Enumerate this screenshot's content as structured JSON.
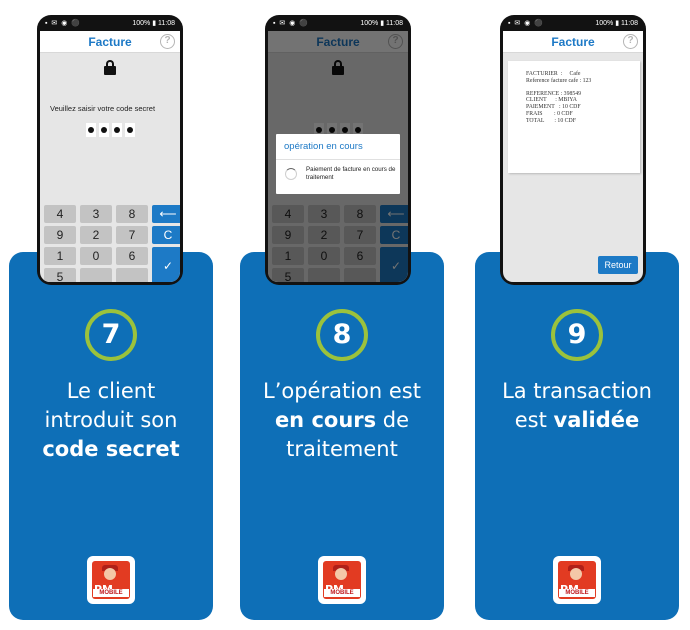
{
  "status_bar": {
    "time": "11:08",
    "battery": "100%",
    "left_icons": "▪ ✉ ◉ ⚫"
  },
  "app": {
    "title": "Facture",
    "help_symbol": "?"
  },
  "steps": [
    {
      "number": "7",
      "caption_pre": "Le client introduit son ",
      "caption_bold": "code secret",
      "caption_post": ""
    },
    {
      "number": "8",
      "caption_pre": "L’opération est ",
      "caption_bold": "en cours",
      "caption_post": " de traitement"
    },
    {
      "number": "9",
      "caption_pre": "La transaction est ",
      "caption_bold": "validée",
      "caption_post": ""
    }
  ],
  "screen1": {
    "prompt": "Veuillez saisir votre code secret"
  },
  "screen2": {
    "dialog_title": "opération en cours",
    "dialog_text": "Paiement de facture en cours de traitement"
  },
  "keypad": {
    "rows": [
      [
        "4",
        "3",
        "8"
      ],
      [
        "9",
        "2",
        "7"
      ],
      [
        "1",
        "0",
        "6"
      ],
      [
        "5",
        "",
        ""
      ]
    ],
    "back": "⟵",
    "clear": "C",
    "ok": "✓"
  },
  "receipt": {
    "facturier": "FACTURIER  :     Cafe",
    "reference_facture": "Reference facture cafe : 123",
    "reference": "REFERENCE : 398549",
    "client": "CLIENT      : MBIYA",
    "paiement": "PAIEMENT   : 10 CDF",
    "frais": "FRAIS        : 0 CDF",
    "total": "TOTAL       : 10 CDF"
  },
  "screen3": {
    "retour": "Retour"
  },
  "logo": {
    "word": "PM",
    "sub": "MOBILE"
  },
  "colors": {
    "card_blue": "#0e6fb7",
    "accent_green": "#9bc23c",
    "button_blue": "#1d7ac6"
  }
}
